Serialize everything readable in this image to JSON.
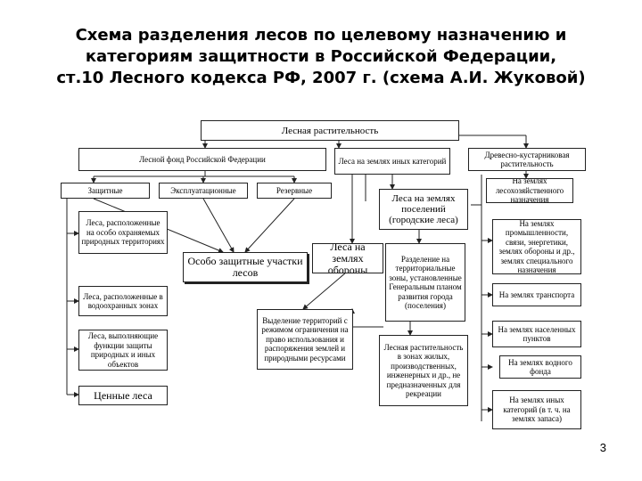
{
  "title": {
    "line1": "Схема разделения лесов по целевому назначению и",
    "line2": "категориям защитности в Российской Федерации,",
    "line3": "ст.10 Лесного кодекса РФ, 2007 г. (схема А.И. Жуковой)"
  },
  "boxes": {
    "forest_vegetation": "Лесная растительность",
    "forest_fund": "Лесной фонд Российской Федерации",
    "other_lands": "Леса на землях иных категорий",
    "tree_shrub": "Древесно-кустарниковая растительность",
    "protective": "Защитные",
    "exploitation": "Эксплуатационные",
    "reserve": "Резервные",
    "settlement_lands": "Леса на землях поселений (городские леса)",
    "non_forestry": "На землях лесохозяйственного назначения",
    "protected_areas": "Леса, расположенные на особо охраняемых природных территориях",
    "water_protection": "Леса, расположенные в водоохранных зонах",
    "protective_functions": "Леса, выполняющие функции защиты природных и иных объектов",
    "valuable": "Ценные леса",
    "special_protection": "Особо защитные участки лесов",
    "defense_lands": "Леса на землях обороны",
    "zoning": "Разделение на территориальные зоны, установленные Генеральным планом развития города (поселения)",
    "allocation": "Выделение территорий с режимом ограничения на право использования и распоряжения землей и природными ресурсами",
    "vegetation_zones": "Лесная растительность в зонах жилых, производственных, инженерных и др., не предназначенных для рекреации",
    "industry_lands": "На землях промышленности, связи, энергетики, землях обороны и др., землях специального назначения",
    "transport_lands": "На землях транспорта",
    "settlements_lands": "На землях населенных пунктов",
    "water_fund": "На землях водного фонда",
    "other_categories": "На землях иных категорий (в т. ч. на землях запаса)"
  },
  "page_number": "3"
}
